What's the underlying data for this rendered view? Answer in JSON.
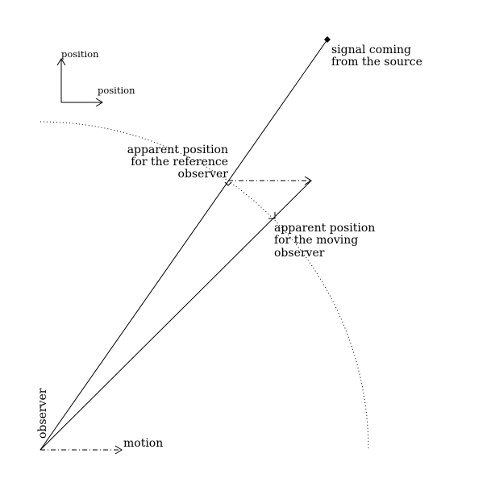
{
  "axes_key": {
    "vertical_label": "position",
    "horizontal_label": "position"
  },
  "labels": {
    "signal_line1": "signal coming",
    "signal_line2": "from the source",
    "reference_line1": "apparent position",
    "reference_line2": "for the reference",
    "reference_line3": "observer",
    "moving_line1": "apparent position",
    "moving_line2": "for the moving",
    "moving_line3": "observer",
    "observer": "observer",
    "motion": "motion"
  }
}
